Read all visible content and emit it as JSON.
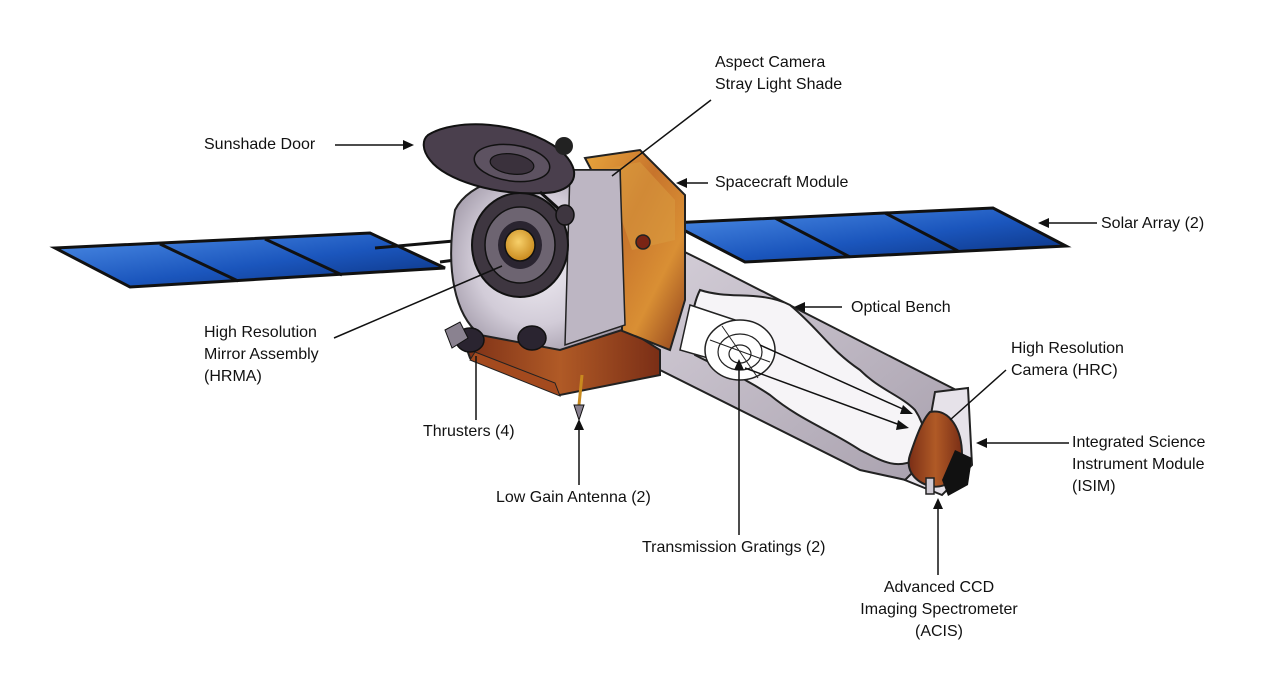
{
  "colors": {
    "solar_panel_light": "#2f74d6",
    "solar_panel_dark": "#0a2f7a",
    "spacecraft_module": "#b8632a",
    "spacecraft_module_highlight": "#e8a53c",
    "mirror_housing": "#d9d4df",
    "sunshade_door": "#4a3f4d",
    "optical_bench": "#c9c3cd",
    "mirror_core": "#e9b23e",
    "label_text": "#111111",
    "leader_line": "#111111"
  },
  "labels": {
    "aspect_camera": [
      "Aspect Camera",
      "Stray Light Shade"
    ],
    "sunshade_door": "Sunshade Door",
    "spacecraft_module": "Spacecraft Module",
    "solar_array": "Solar Array (2)",
    "optical_bench": "Optical Bench",
    "hrma": [
      "High Resolution",
      "Mirror Assembly",
      "(HRMA)"
    ],
    "hrc": [
      "High Resolution",
      "Camera (HRC)"
    ],
    "thrusters": "Thrusters (4)",
    "isim": [
      "Integrated Science",
      "Instrument Module",
      "(ISIM)"
    ],
    "low_gain_antenna": "Low Gain Antenna (2)",
    "transmission_gratings": "Transmission Gratings (2)",
    "acis": [
      "Advanced CCD",
      "Imaging Spectrometer",
      "(ACIS)"
    ]
  }
}
